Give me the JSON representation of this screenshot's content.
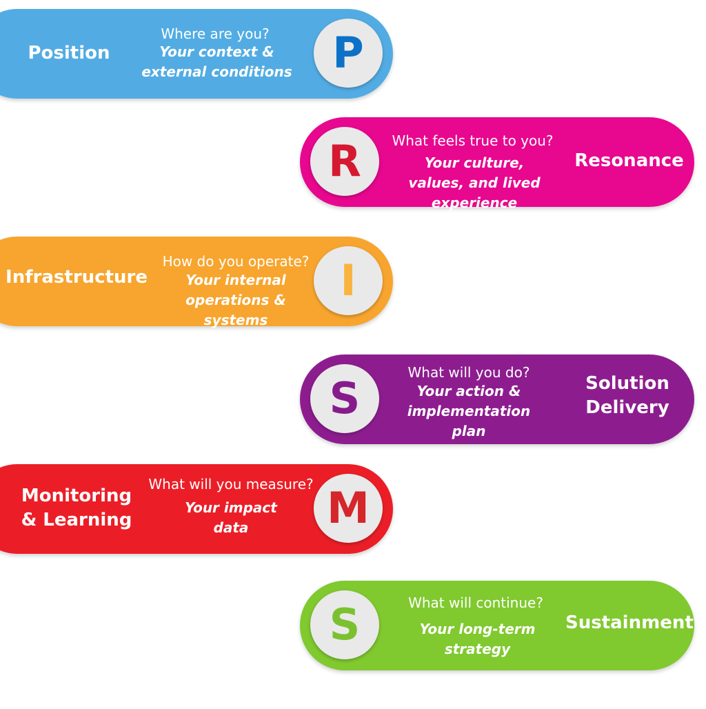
{
  "colors": {
    "position": "#52ACE3",
    "resonance": "#E8078F",
    "infrastructure": "#F7A52E",
    "solution": "#8D1D8F",
    "monitoring": "#EB1E27",
    "sustainment": "#80C92F",
    "circle_bg": "#E9E9E9"
  },
  "rows": [
    {
      "letter": "P",
      "letter_color": "#0C71C7",
      "label": "Position",
      "question": "Where are you?",
      "answer": "Your context & external conditions"
    },
    {
      "letter": "R",
      "letter_color": "#D41931",
      "label": "Resonance",
      "question": "What feels true to you?",
      "answer": "Your culture, values, and lived experience"
    },
    {
      "letter": "I",
      "letter_color": "#F9B33E",
      "label": "Infrastructure",
      "question": "How do you operate?",
      "answer": "Your internal operations & systems"
    },
    {
      "letter": "S",
      "letter_color": "#861C8C",
      "label": "Solution Delivery",
      "question": "What will  you do?",
      "answer": "Your action & implementation plan"
    },
    {
      "letter": "M",
      "letter_color": "#D5262B",
      "label": "Monitoring & Learning",
      "question": "What will you measure?",
      "answer": "Your impact data"
    },
    {
      "letter": "S",
      "letter_color": "#7BC12F",
      "label": "Sustainment",
      "question": "What will continue?",
      "answer": "Your long-term strategy"
    }
  ]
}
